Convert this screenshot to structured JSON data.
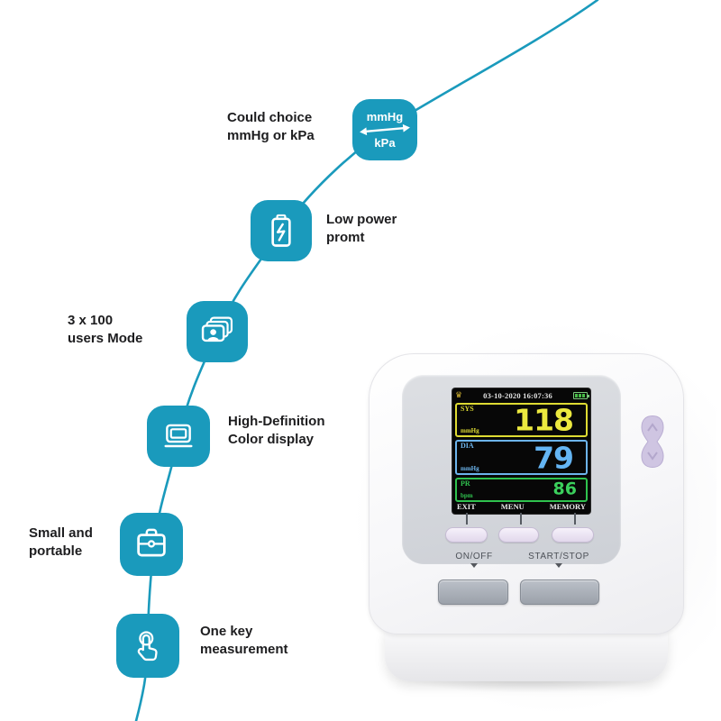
{
  "colors": {
    "accent_teal": "#1a9abc",
    "sys_yellow": "#ece93f",
    "dia_blue": "#64b5f4",
    "pr_green": "#3bd05c",
    "rocker_lavender": "#cfc5e2"
  },
  "features": [
    {
      "name": "unit-choice",
      "lines": [
        "Could choice",
        "mmHg or kPa"
      ],
      "icon": "mmhg-kpa-toggle-icon",
      "toggle_top": "mmHg",
      "toggle_bottom": "kPa"
    },
    {
      "name": "low-power",
      "lines": [
        "Low power",
        "promt"
      ],
      "icon": "battery-icon"
    },
    {
      "name": "users-mode",
      "lines": [
        "3 x 100",
        "users Mode"
      ],
      "icon": "user-records-icon"
    },
    {
      "name": "hd-display",
      "lines": [
        "High-Definition",
        "Color display"
      ],
      "icon": "display-icon"
    },
    {
      "name": "portable",
      "lines": [
        "Small and",
        "portable"
      ],
      "icon": "briefcase-icon"
    },
    {
      "name": "one-key",
      "lines": [
        "One key",
        "measurement"
      ],
      "icon": "touch-icon"
    }
  ],
  "device": {
    "screen": {
      "datetime": "03-10-2020 16:07:36",
      "panels": [
        {
          "label": "SYS",
          "value": "118",
          "unit": "mmHg"
        },
        {
          "label": "DIA",
          "value": "79",
          "unit": "mmHg"
        },
        {
          "label": "PR",
          "value": "86",
          "unit": "bpm"
        }
      ],
      "softkeys": [
        "EXIT",
        "MENU",
        "MEMORY"
      ]
    },
    "labels": {
      "power": "ON/OFF",
      "start": "START/STOP"
    }
  }
}
